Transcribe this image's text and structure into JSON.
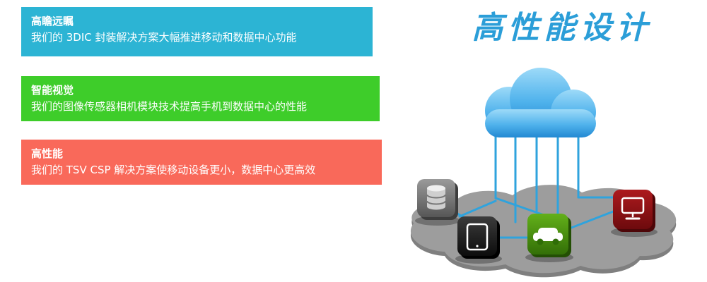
{
  "heading": {
    "label": "高性能设计",
    "color": "#2b9ed8"
  },
  "banners": [
    {
      "title": "高瞻远瞩",
      "text": "我们的 3DIC 封装解决方案大幅推进移动和数据中心功能",
      "color": "#2cb4d4"
    },
    {
      "title": "智能视觉",
      "text": "我们的图像传感器相机模块技术提高手机到数据中心的性能",
      "color": "#3ecd2a"
    },
    {
      "title": "高性能",
      "text": "我们的 TSV CSP 解决方案使移动设备更小，数据中心更高效",
      "color": "#f9695a"
    }
  ],
  "illustration": {
    "icons": [
      {
        "name": "cloud-icon",
        "color": "#3aa0e4"
      },
      {
        "name": "database-icon",
        "tile_color": "#6f6f6f"
      },
      {
        "name": "tablet-icon",
        "tile_color": "#1a1a1a"
      },
      {
        "name": "car-icon",
        "tile_color": "#48940f"
      },
      {
        "name": "laptop-icon",
        "tile_color": "#8d1014"
      }
    ],
    "line_color": "#2fa3dd",
    "ground_color": "#9d9d9d"
  }
}
